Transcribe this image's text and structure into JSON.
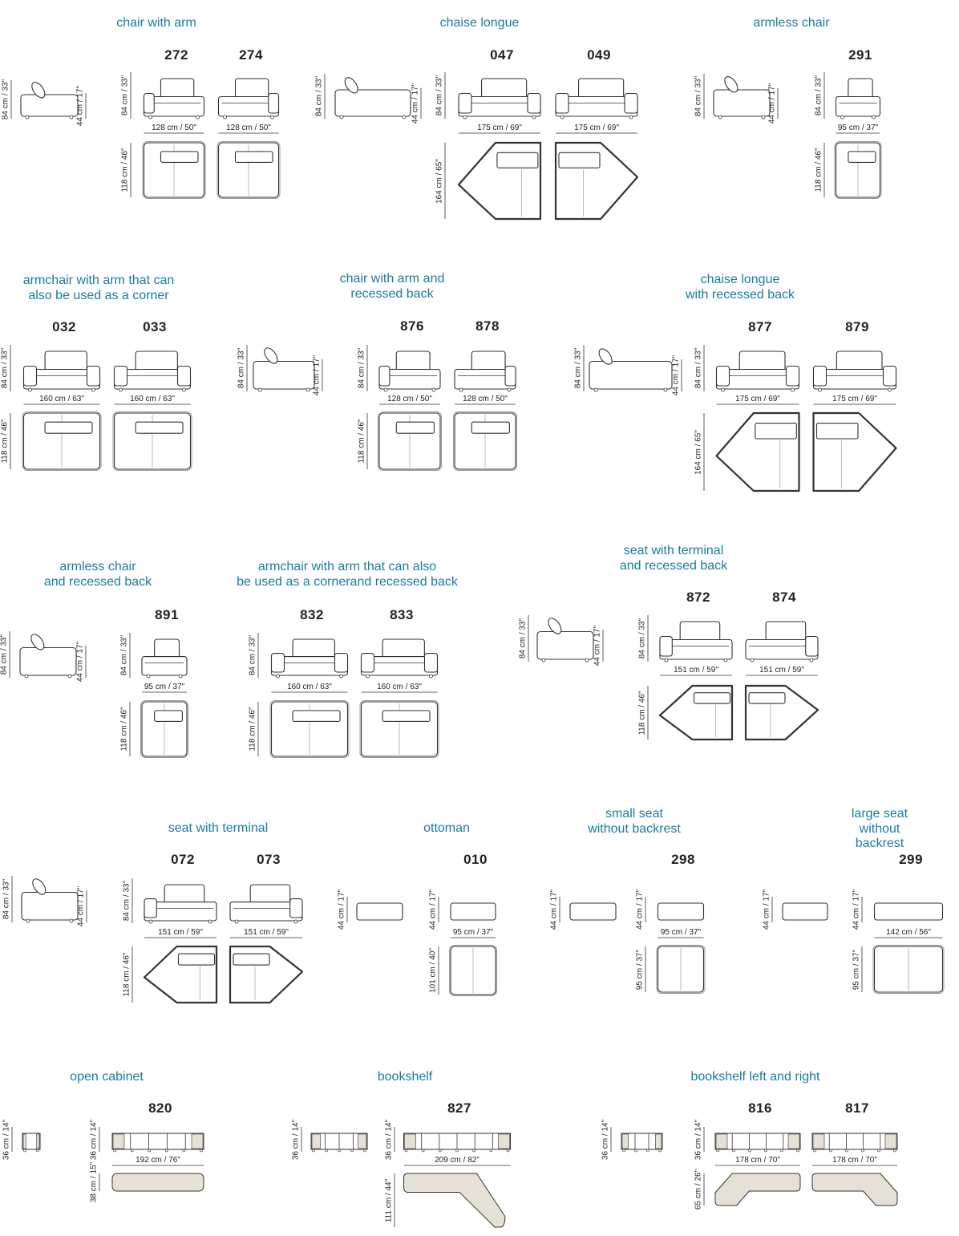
{
  "colors": {
    "title": "#1a7ba2",
    "text": "#222222",
    "line": "#333333",
    "wood": "#e6e1d6"
  },
  "sections": [
    {
      "title": "chair with arm",
      "side": {
        "height": "84 cm / 33\"",
        "seat": "44 cm / 17\""
      },
      "front_height": "84 cm / 33\"",
      "depth": "118 cm / 46\"",
      "products": [
        {
          "code": "272",
          "width": "128 cm / 50\""
        },
        {
          "code": "274",
          "width": "128 cm / 50\""
        }
      ]
    },
    {
      "title": "chaise longue",
      "side": {
        "height": "84 cm / 33\"",
        "seat": "44 cm / 17\""
      },
      "front_height": "84 cm / 33\"",
      "depth": "164 cm / 65\"",
      "products": [
        {
          "code": "047",
          "width": "175 cm / 69\""
        },
        {
          "code": "049",
          "width": "175 cm / 69\""
        }
      ]
    },
    {
      "title": "armless chair",
      "side": {
        "height": "84 cm / 33\"",
        "seat": "44 cm / 17\""
      },
      "front_height": "84 cm / 33\"",
      "depth": "118 cm / 46\"",
      "products": [
        {
          "code": "291",
          "width": "95 cm / 37\""
        }
      ]
    },
    {
      "title": "armchair with arm that can\nalso be used as a corner",
      "side": null,
      "front_height": "84 cm / 33\"",
      "depth": "118 cm / 46\"",
      "products": [
        {
          "code": "032",
          "width": "160 cm / 63\""
        },
        {
          "code": "033",
          "width": "160 cm / 63\""
        }
      ]
    },
    {
      "title": "chair with arm and\nrecessed back",
      "side": {
        "height": "84 cm / 33\"",
        "seat": "44 cm / 17\""
      },
      "front_height": "84 cm / 33\"",
      "depth": "118 cm / 46\"",
      "products": [
        {
          "code": "876",
          "width": "128 cm / 50\""
        },
        {
          "code": "878",
          "width": "128 cm / 50\""
        }
      ]
    },
    {
      "title": "chaise longue\nwith recessed back",
      "side": {
        "height": "84 cm / 33\"",
        "seat": "44 cm / 17\""
      },
      "front_height": "84 cm / 33\"",
      "depth": "164 cm / 65\"",
      "products": [
        {
          "code": "877",
          "width": "175 cm / 69\""
        },
        {
          "code": "879",
          "width": "175 cm / 69\""
        }
      ]
    },
    {
      "title": "armless chair\nand recessed back",
      "side": {
        "height": "84 cm / 33\"",
        "seat": "44 cm / 17\""
      },
      "front_height": "84 cm / 33\"",
      "depth": "118 cm / 46\"",
      "products": [
        {
          "code": "891",
          "width": "95 cm / 37\""
        }
      ]
    },
    {
      "title": "armchair with arm that can also\nbe used as a cornerand recessed back",
      "side": null,
      "front_height": "84 cm / 33\"",
      "depth": "118 cm / 46\"",
      "products": [
        {
          "code": "832",
          "width": "160 cm / 63\""
        },
        {
          "code": "833",
          "width": "160 cm / 63\""
        }
      ]
    },
    {
      "title": "seat with terminal\nand recessed back",
      "side": {
        "height": "84 cm / 33\"",
        "seat": "44 cm / 17\""
      },
      "front_height": "84 cm / 33\"",
      "depth": "118 cm / 46\"",
      "products": [
        {
          "code": "872",
          "width": "151 cm / 59\""
        },
        {
          "code": "874",
          "width": "151 cm / 59\""
        }
      ]
    },
    {
      "title": "seat with terminal",
      "side": {
        "height": "84 cm / 33\"",
        "seat": "44 cm / 17\""
      },
      "front_height": "84 cm / 33\"",
      "depth": "118 cm / 46\"",
      "products": [
        {
          "code": "072",
          "width": "151 cm / 59\""
        },
        {
          "code": "073",
          "width": "151 cm / 59\""
        }
      ]
    },
    {
      "title": "ottoman",
      "side": {
        "height": "44 cm / 17\"",
        "seat": null
      },
      "front_height": "44 cm / 17\"",
      "depth": "101 cm / 40\"",
      "products": [
        {
          "code": "010",
          "width": "95 cm / 37\""
        }
      ]
    },
    {
      "title": "small seat\nwithout backrest",
      "side": {
        "height": "44 cm / 17\"",
        "seat": null
      },
      "front_height": "44 cm / 17\"",
      "depth": "95 cm / 37\"",
      "products": [
        {
          "code": "298",
          "width": "95 cm / 37\""
        }
      ]
    },
    {
      "title": "large seat\nwithout backrest",
      "side": {
        "height": "44 cm / 17\"",
        "seat": null
      },
      "front_height": "44 cm / 17\"",
      "depth": "95 cm / 37\"",
      "products": [
        {
          "code": "299",
          "width": "142 cm / 56\""
        }
      ]
    },
    {
      "title": "open cabinet",
      "side": {
        "height": "36 cm / 14\"",
        "seat": null
      },
      "front_height": "36 cm / 14\"",
      "depth": "38 cm / 15\"",
      "products": [
        {
          "code": "820",
          "width": "192 cm / 76\""
        }
      ]
    },
    {
      "title": "bookshelf",
      "side": {
        "height": "36 cm / 14\"",
        "seat": null
      },
      "front_height": "36 cm / 14\"",
      "depth": "111 cm / 44\"",
      "products": [
        {
          "code": "827",
          "width": "209 cm / 82\""
        }
      ]
    },
    {
      "title": "bookshelf left and right",
      "side": {
        "height": "36 cm / 14\"",
        "seat": null
      },
      "front_height": "36 cm / 14\"",
      "depth": "65 cm / 26\"",
      "products": [
        {
          "code": "816",
          "width": "178 cm / 70\""
        },
        {
          "code": "817",
          "width": "178 cm / 70\""
        }
      ]
    }
  ]
}
